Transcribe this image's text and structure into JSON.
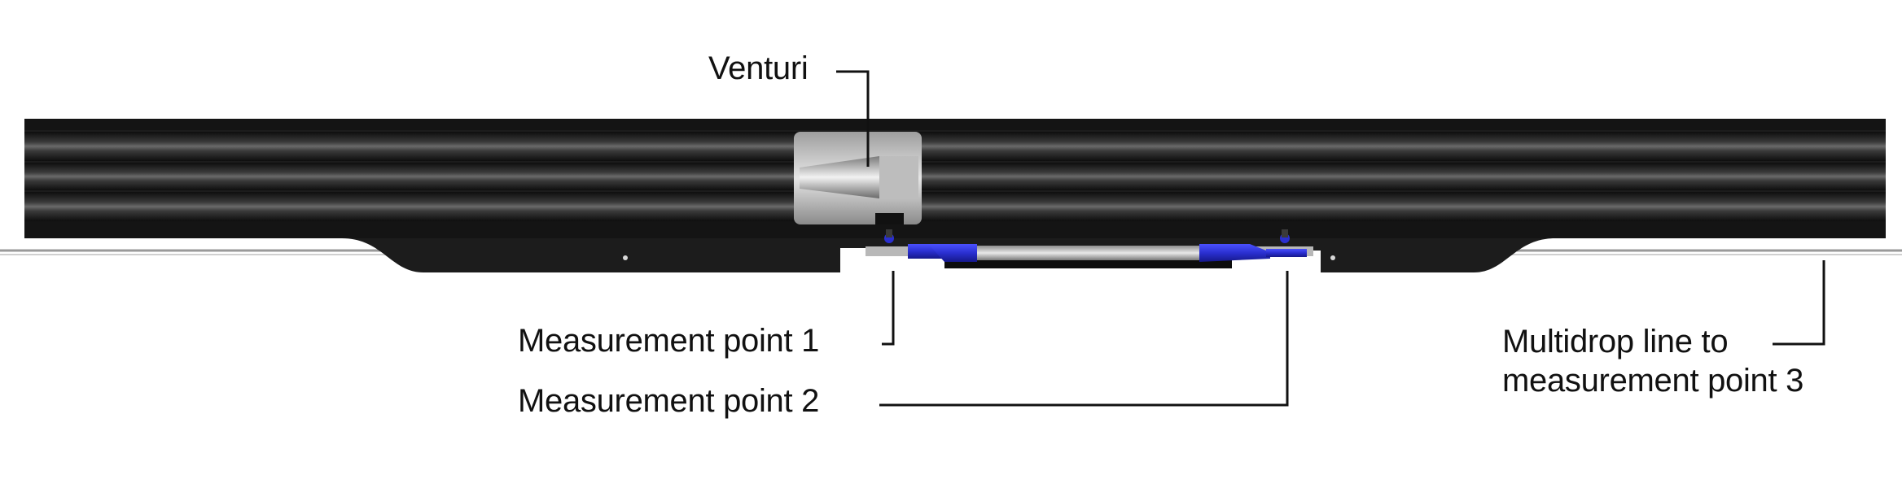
{
  "labels": {
    "venturi": "Venturi",
    "measurement_point_1": "Measurement point 1",
    "measurement_point_2": "Measurement point 2",
    "multidrop_line1": "Multidrop line to",
    "multidrop_line2": "measurement point 3"
  },
  "colors": {
    "pipe_body": "#1c1c1c",
    "pipe_highlight": "#6a6a6a",
    "venturi_insert": "#c9c9c9",
    "gauge_blue": "#2a2fd0",
    "leader_line": "#111111",
    "cable": "#9a9a9a"
  }
}
